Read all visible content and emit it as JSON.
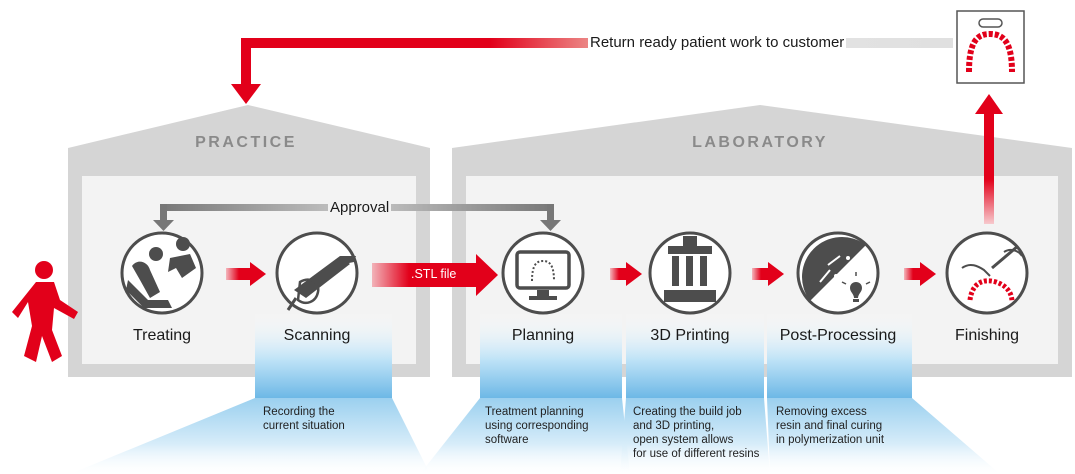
{
  "sections": {
    "practice": "PRACTICE",
    "laboratory": "LABORATORY"
  },
  "flows": {
    "return": "Return ready patient work to customer",
    "approval": "Approval",
    "stl": ".STL file"
  },
  "steps": [
    {
      "label": "Treating",
      "icon": "treating-icon"
    },
    {
      "label": "Scanning",
      "icon": "scanner-icon"
    },
    {
      "label": "Planning",
      "icon": "monitor-icon"
    },
    {
      "label": "3D Printing",
      "icon": "printer-icon"
    },
    {
      "label": "Post-Processing",
      "icon": "curing-icon"
    },
    {
      "label": "Finishing",
      "icon": "finishing-icon"
    }
  ],
  "descriptions": {
    "scanning": [
      "Recording the",
      "current situation"
    ],
    "planning": [
      "Treatment planning",
      "using corresponding",
      "software"
    ],
    "printing": [
      "Creating the build job",
      "and 3D printing,",
      "open system allows",
      "for use of different resins"
    ],
    "post": [
      "Removing excess",
      "resin and final curing",
      "in polymerization unit"
    ]
  },
  "colors": {
    "accent_red": "#e2001a",
    "gray_frame": "#d4d4d4",
    "icon_gray": "#4d4d4d",
    "beam_blue": "#7ec3ea"
  }
}
